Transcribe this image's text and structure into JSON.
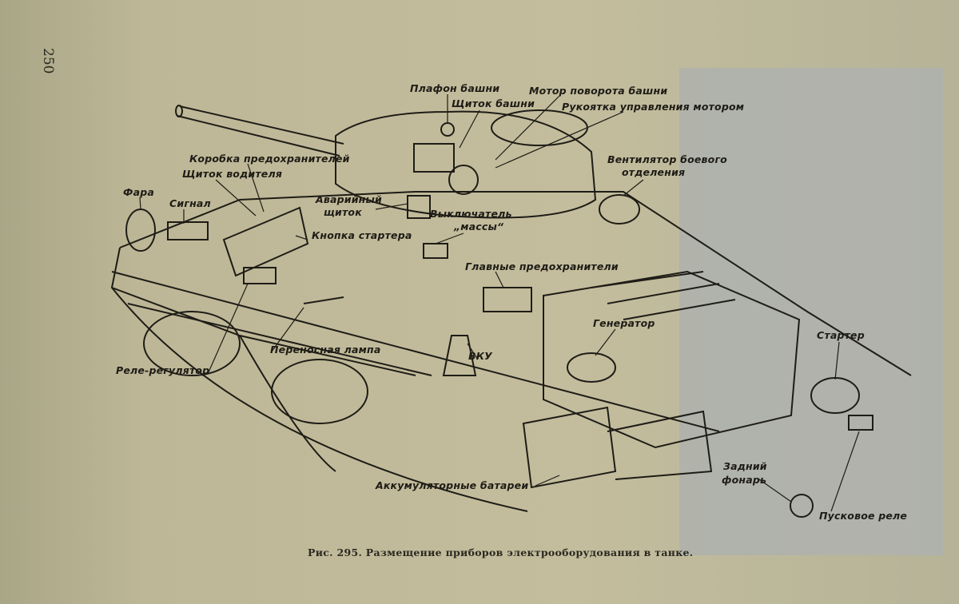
{
  "page_number": "250",
  "figure": {
    "caption": "Рис. 295. Размещение приборов электрооборудования в танке.",
    "labels": {
      "turret_lamp": "Плафон башни",
      "turret_panel": "Щиток башни",
      "turret_motor": "Мотор поворота башни",
      "motor_handle": "Рукоятка управления мотором",
      "fuse_box": "Коробка предохранителей",
      "driver_panel": "Щиток водителя",
      "headlight": "Фара",
      "horn": "Сигнал",
      "emergency_panel_1": "Аварийный",
      "emergency_panel_2": "щиток",
      "fan_1": "Вентилятор боевого",
      "fan_2": "отделения",
      "mass_switch_1": "Выключатель",
      "mass_switch_2": "„массы“",
      "starter_button": "Кнопка стартера",
      "main_fuses": "Главные предохранители",
      "generator": "Генератор",
      "starter": "Стартер",
      "vku": "ВКУ",
      "portable_lamp": "Переносная лампа",
      "relay_regulator": "Реле-регулятор",
      "tail_light_1": "Задний",
      "tail_light_2": "фонарь",
      "batteries": "Аккумуляторные батареи",
      "start_relay": "Пусковое реле"
    }
  }
}
